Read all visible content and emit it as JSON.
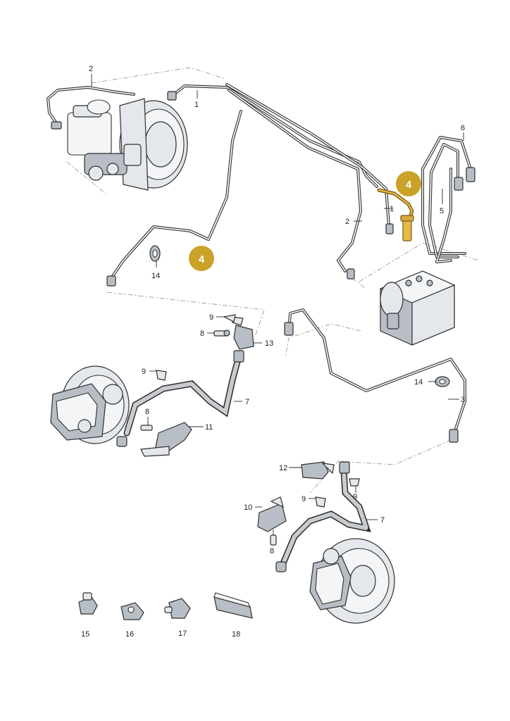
{
  "labels": {
    "l1a": "1",
    "l1b": "1",
    "l2a": "2",
    "l2b": "2",
    "l3": "3",
    "l4a": "4",
    "l4b": "4",
    "l5": "5",
    "l6": "6",
    "l7a": "7",
    "l7b": "7",
    "l8a": "8",
    "l8b": "8",
    "l8c": "8",
    "l9a": "9",
    "l9b": "9",
    "l9c": "9",
    "l9d": "9",
    "l10": "10",
    "l11": "11",
    "l12": "12",
    "l13": "13",
    "l14a": "14",
    "l14b": "14",
    "l15": "15",
    "l16": "16",
    "l17": "17",
    "l18": "18"
  },
  "colors": {
    "highlight": "#c9a227",
    "highlight_pipe": "#e4b94a",
    "line": "#3a3a3a",
    "part_fill": "#e4e8ec"
  }
}
